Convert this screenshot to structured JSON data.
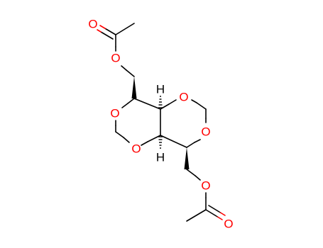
{
  "molecule": {
    "atoms": {
      "o_carbonyl_top": "O",
      "o_ester_top": "O",
      "o_ring_left_top": "O",
      "o_ring_left_bottom": "O",
      "o_ring_right_top": "O",
      "o_ring_right_bottom": "O",
      "o_ester_bottom": "O",
      "o_carbonyl_bottom": "O",
      "h_top": "H",
      "h_bottom": "H"
    },
    "colors": {
      "bond": "#000000",
      "oxygen": "#ff0000",
      "hydrogen": "#000000",
      "background": "#ffffff"
    }
  }
}
